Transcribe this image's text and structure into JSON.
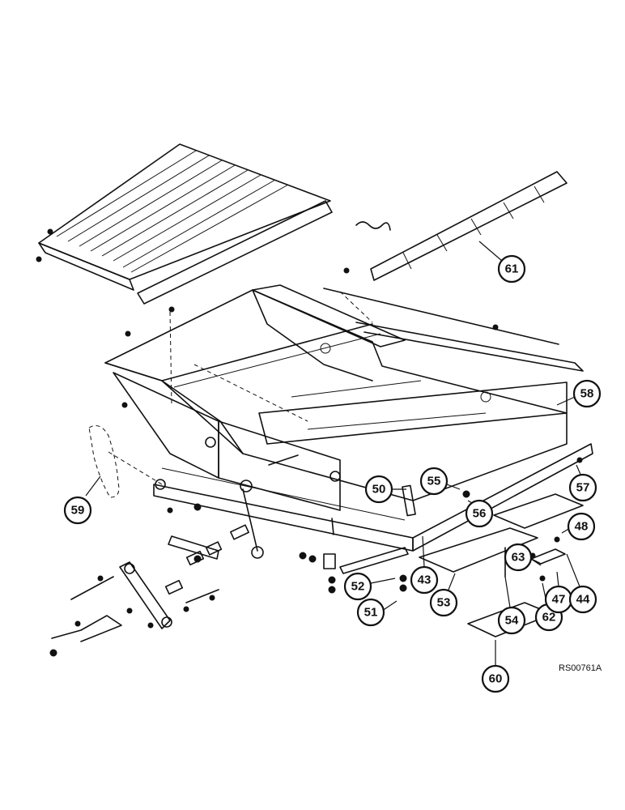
{
  "diagram": {
    "reference_code": "RS00761A",
    "callouts": [
      {
        "label": "61"
      },
      {
        "label": "58"
      },
      {
        "label": "57"
      },
      {
        "label": "59"
      },
      {
        "label": "50"
      },
      {
        "label": "55"
      },
      {
        "label": "56"
      },
      {
        "label": "48"
      },
      {
        "label": "63"
      },
      {
        "label": "43"
      },
      {
        "label": "52"
      },
      {
        "label": "51"
      },
      {
        "label": "53"
      },
      {
        "label": "54"
      },
      {
        "label": "62"
      },
      {
        "label": "47"
      },
      {
        "label": "44"
      },
      {
        "label": "60"
      }
    ]
  }
}
